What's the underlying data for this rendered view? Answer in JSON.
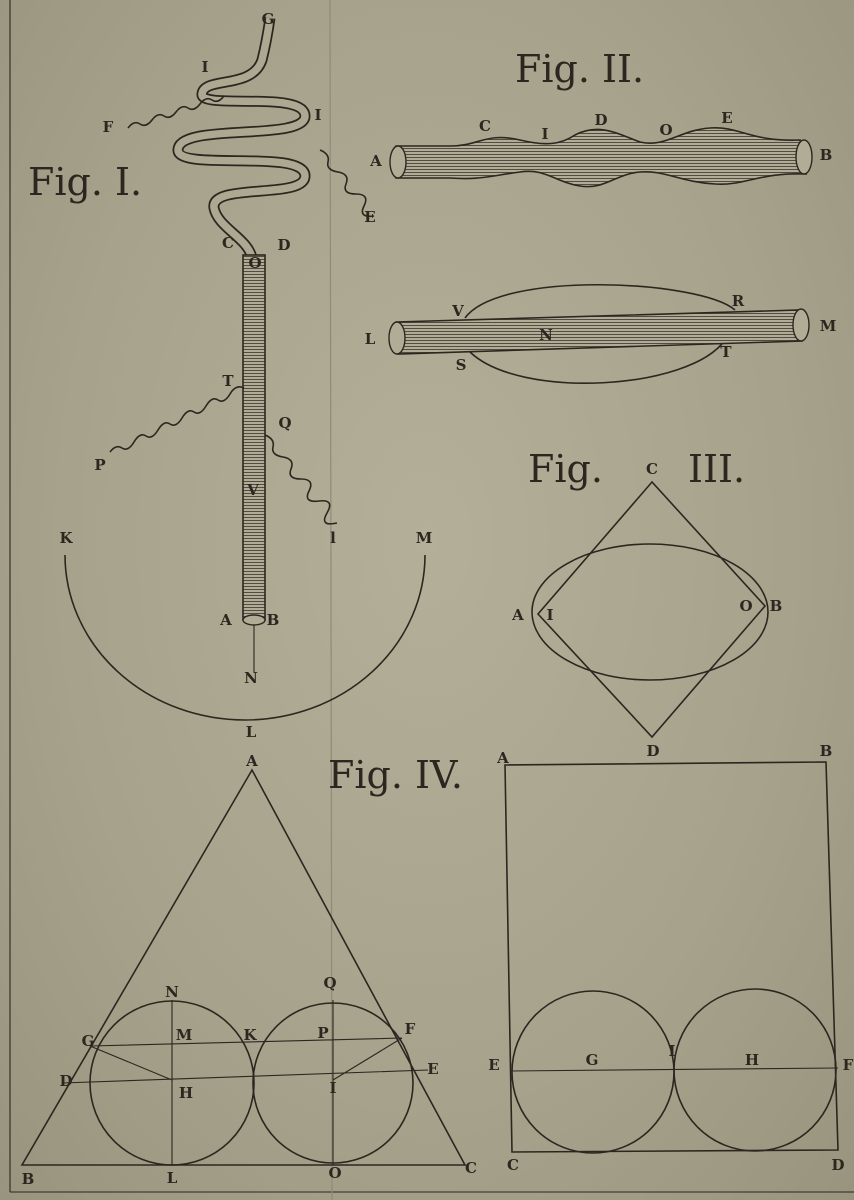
{
  "fig1": {
    "title": "Fig. I.",
    "labels": [
      "G",
      "I",
      "F",
      "I",
      "E",
      "C",
      "O",
      "D",
      "T",
      "P",
      "Q",
      "l",
      "V",
      "K",
      "M",
      "A",
      "B",
      "N",
      "L"
    ]
  },
  "fig2": {
    "title": "Fig. II.",
    "labels": [
      "A",
      "C",
      "I",
      "D",
      "O",
      "E",
      "B",
      "V",
      "R",
      "L",
      "N",
      "M",
      "S",
      "T"
    ]
  },
  "fig3": {
    "title_left": "Fig.",
    "title_right": "III.",
    "labels": [
      "C",
      "A",
      "I",
      "O",
      "B",
      "D"
    ]
  },
  "fig4": {
    "title": "Fig. IV.",
    "labels": [
      "A",
      "N",
      "Q",
      "G",
      "M",
      "K",
      "P",
      "F",
      "D",
      "H",
      "I",
      "E",
      "B",
      "L",
      "O",
      "C"
    ]
  },
  "fig5": {
    "labels": [
      "A",
      "B",
      "E",
      "G",
      "I",
      "H",
      "F",
      "C",
      "D"
    ]
  },
  "colors": {
    "ink": "#2b2720",
    "paper": "#a6a28c"
  }
}
